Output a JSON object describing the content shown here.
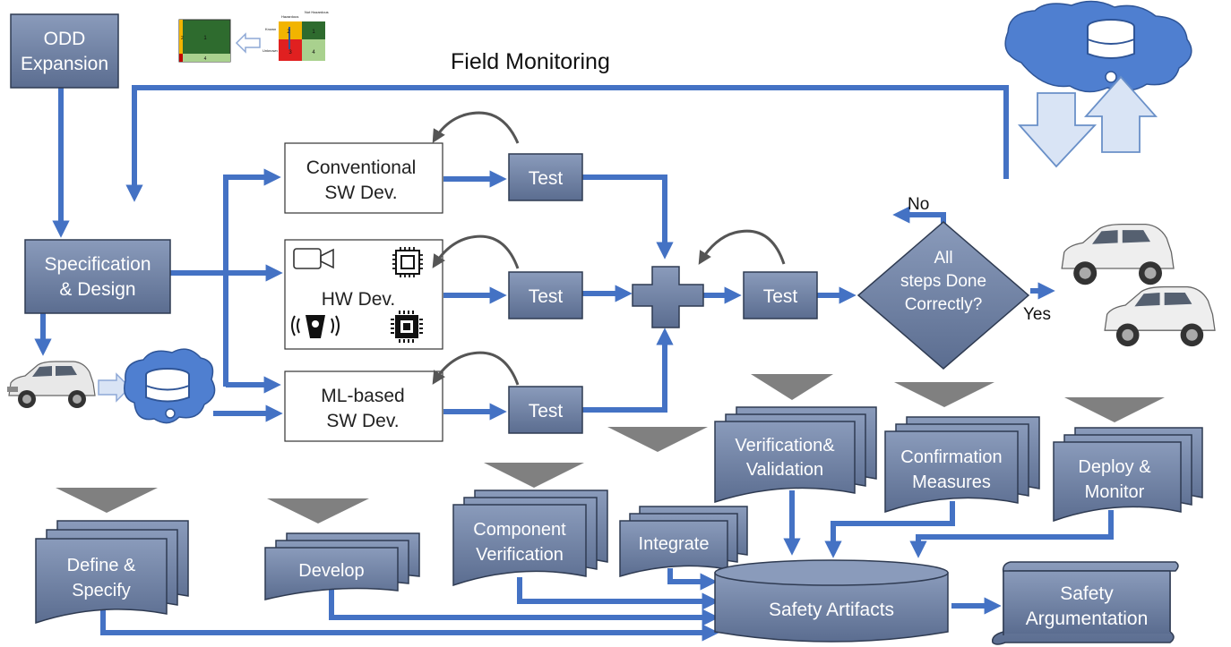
{
  "title": "Field Monitoring",
  "nodes": {
    "odd": [
      "ODD",
      "Expansion"
    ],
    "spec": [
      "Specification",
      "& Design"
    ],
    "conv": [
      "Conventional",
      "SW Dev."
    ],
    "hw": "HW Dev.",
    "ml": [
      "ML-based",
      "SW Dev."
    ],
    "test1": "Test",
    "test2": "Test",
    "test3": "Test",
    "test4": "Test",
    "decision": [
      "All",
      "steps Done",
      "Correctly?"
    ],
    "no": "No",
    "yes": "Yes",
    "vv": [
      "Verification&",
      "Validation"
    ],
    "confirm": [
      "Confirmation",
      "Measures"
    ],
    "deploy": [
      "Deploy &",
      "Monitor"
    ],
    "define": [
      "Define &",
      "Specify"
    ],
    "develop": "Develop",
    "compver": [
      "Component",
      "Verification"
    ],
    "integrate": "Integrate",
    "artifacts": "Safety Artifacts",
    "argumentation": [
      "Safety",
      "Argumentation"
    ]
  },
  "thumbnails": {
    "left": [
      "1",
      "2",
      "4"
    ],
    "right": [
      "Known",
      "Unknown",
      "Hazardous",
      "Not Hazardous",
      "1",
      "2",
      "3",
      "4"
    ]
  },
  "icons": [
    "car-icon",
    "cloud-database-icon",
    "camera-icon",
    "chip-icon",
    "sensor-icon",
    "processor-icon",
    "download-arrow-icon",
    "upload-arrow-icon"
  ],
  "colors": {
    "blue": "#4472c4",
    "box_fill": "#6d7fa1",
    "box_stroke": "#2f3b52",
    "cloud": "#4f7fd0",
    "triangle": "#808080"
  }
}
